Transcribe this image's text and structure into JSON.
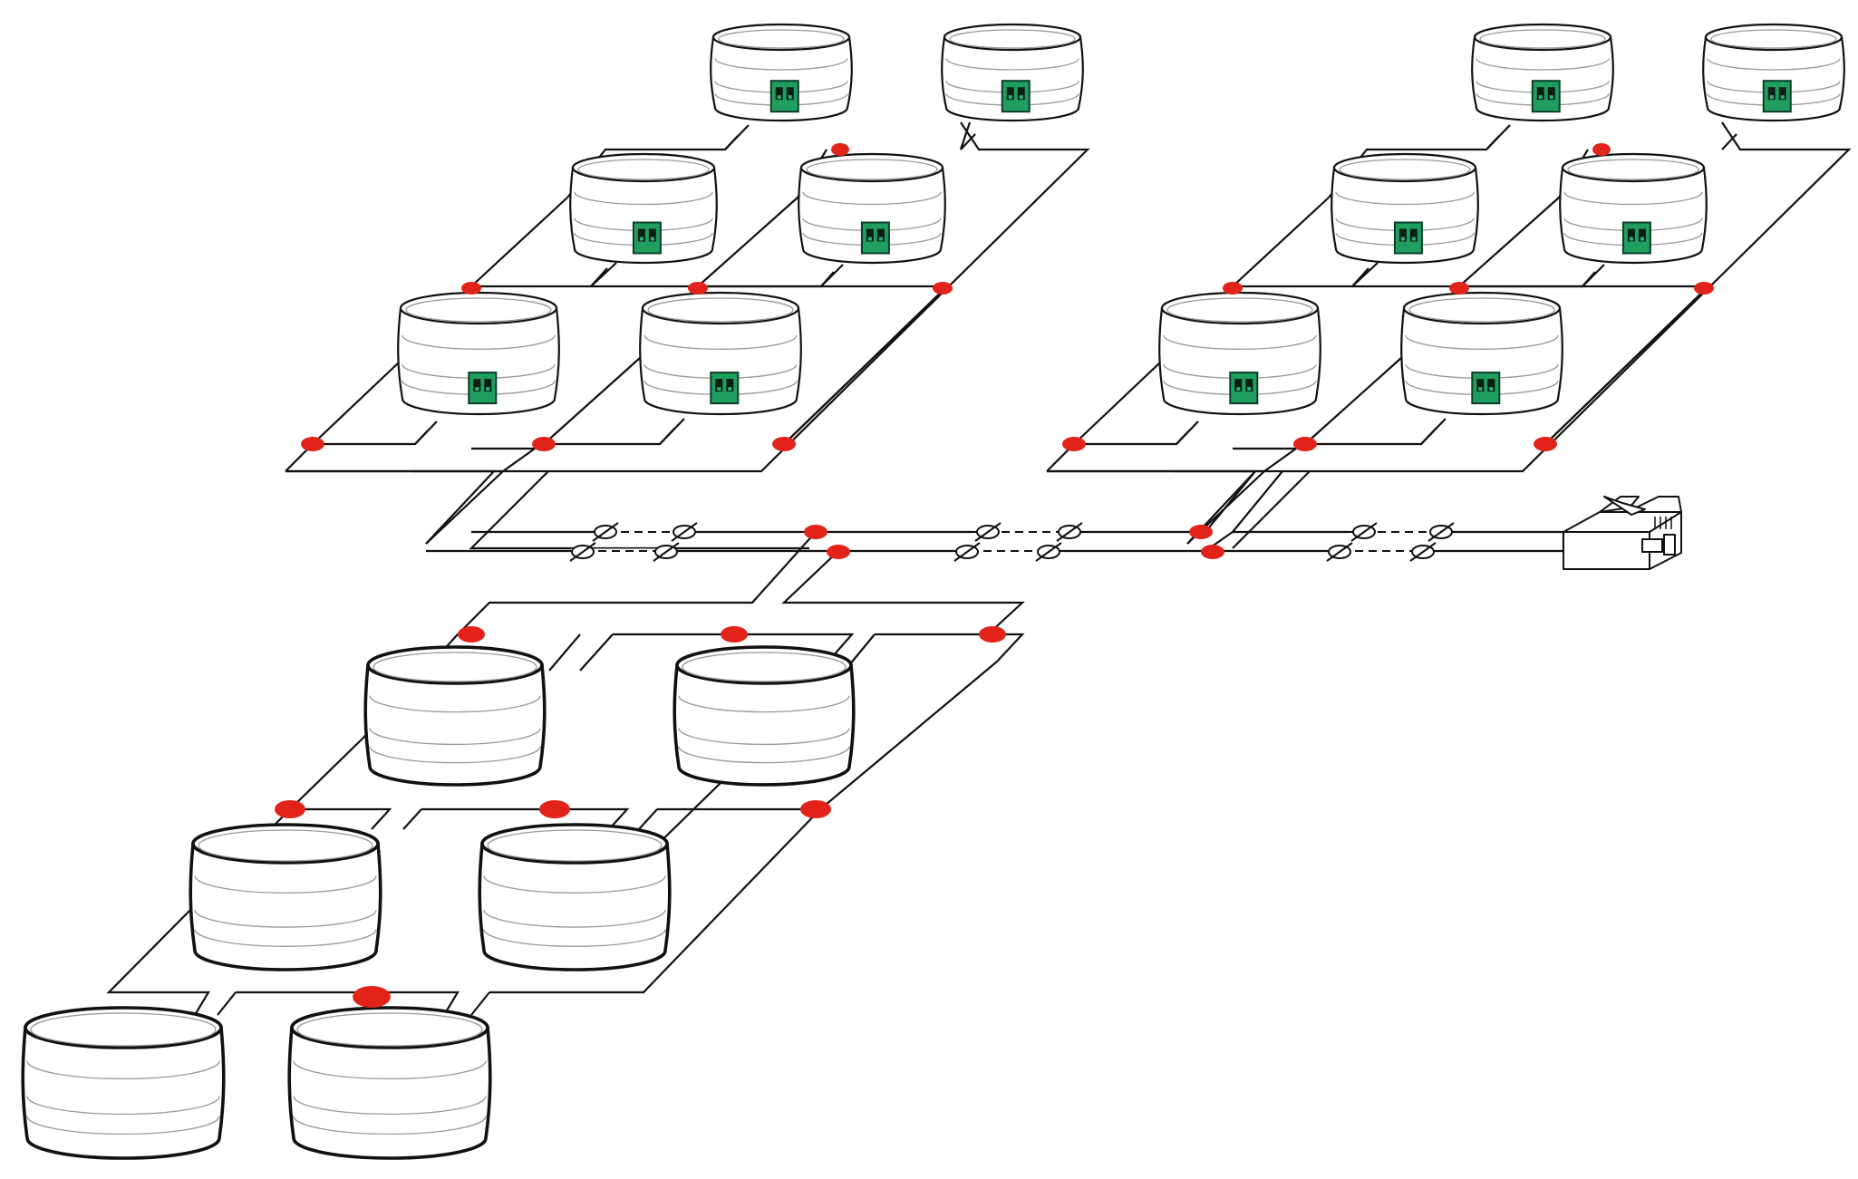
{
  "diagram": {
    "colors": {
      "wire": "#111111",
      "junction": "#e2231a",
      "terminal": "#1f9e5f",
      "unit_outline": "#111111",
      "unit_ring": "#9a9a9a"
    },
    "groups": [
      {
        "id": "upper-left",
        "units": 6,
        "terminal_style": "green-terminal-block"
      },
      {
        "id": "upper-right",
        "units": 6,
        "terminal_style": "green-terminal-block"
      },
      {
        "id": "lower-left",
        "units": 6,
        "terminal_style": "none"
      }
    ],
    "connector": {
      "icon": "rj45-plug-icon"
    },
    "cut_marks_icon": "cable-break-icon",
    "junction_icon": "red-junction-dot"
  }
}
